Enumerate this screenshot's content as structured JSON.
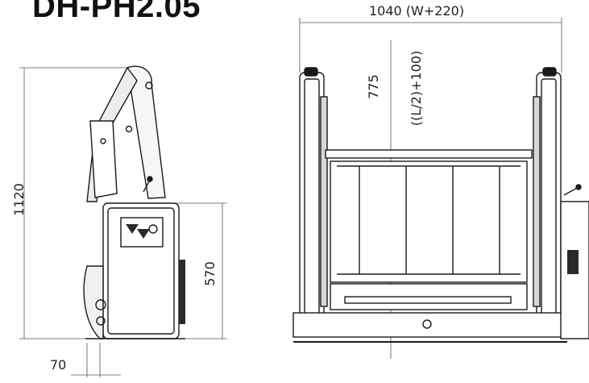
{
  "title": "DH-PH2.05",
  "dimensions": {
    "overall_width": "1040 (W+220)",
    "height_total": "1120",
    "height_base": "570",
    "foot_offset": "70",
    "center_height": "775",
    "center_formula": "((L/2)+100)"
  },
  "colors": {
    "line": "#1a1a1a",
    "dim_line": "#555555",
    "fill_light": "#f4f4f4",
    "fill_dark": "#2a2a2a"
  }
}
